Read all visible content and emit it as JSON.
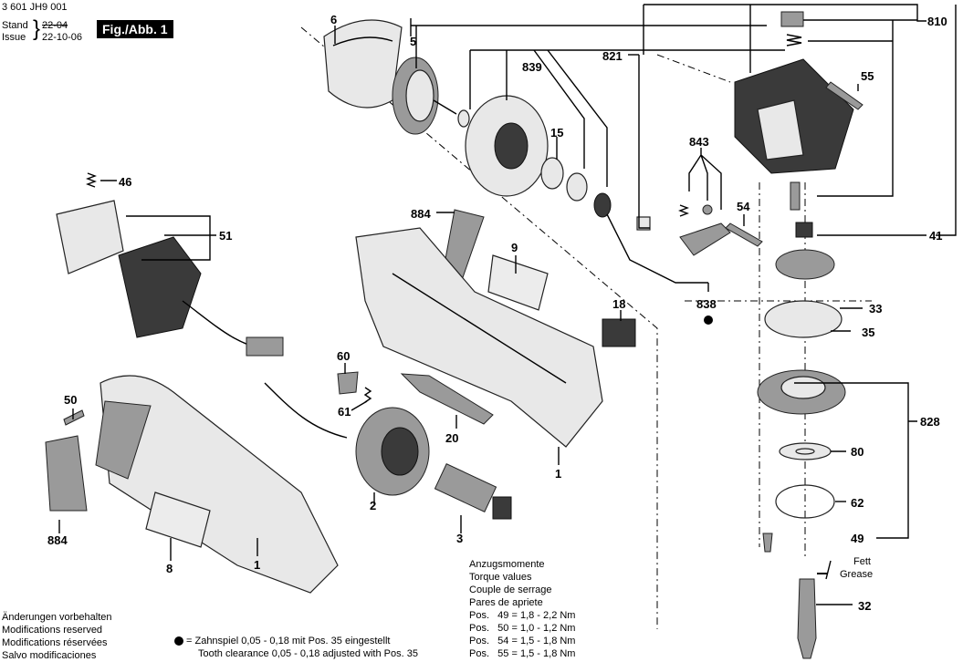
{
  "header": {
    "doc_number": "3 601 JH9 001",
    "stand_label": "Stand",
    "issue_label": "Issue",
    "stand_date_struck": "22-04",
    "issue_date": "22-10-06",
    "figure_label": "Fig./Abb. 1"
  },
  "callouts": {
    "p6": "6",
    "p5": "5",
    "p839": "839",
    "p15": "15",
    "p46": "46",
    "p51": "51",
    "p884a": "884",
    "p9": "9",
    "p18": "18",
    "p60": "60",
    "p61": "61",
    "p20": "20",
    "p50": "50",
    "p884b": "884",
    "p8": "8",
    "p1a": "1",
    "p1b": "1",
    "p2": "2",
    "p3": "3",
    "p821": "821",
    "p810": "810",
    "p55": "55",
    "p843": "843",
    "p54": "54",
    "p41": "41",
    "p838": "838",
    "p33": "33",
    "p35": "35",
    "p828": "828",
    "p80": "80",
    "p62": "62",
    "p49": "49",
    "p32": "32"
  },
  "grease": {
    "line1": "Fett",
    "line2": "Grease"
  },
  "torque": {
    "heading": [
      "Anzugsmomente",
      "Torque values",
      "Couple de serrage",
      "Pares de apriete"
    ],
    "rows": [
      "Pos.   49 = 1,8 - 2,2 Nm",
      "Pos.   50 = 1,0 - 1,2 Nm",
      "Pos.   54 = 1,5 - 1,8 Nm",
      "Pos.   55 = 1,5 - 1,8 Nm"
    ]
  },
  "modifications": [
    "Änderungen vorbehalten",
    "Modifications reserved",
    "Modifications réservées",
    "Salvo modificaciones"
  ],
  "footnote": {
    "line1": "= Zahnspiel 0,05 - 0,18 mit Pos. 35 eingestellt",
    "line2": "Tooth clearance 0,05 - 0,18 adjusted with Pos. 35"
  }
}
